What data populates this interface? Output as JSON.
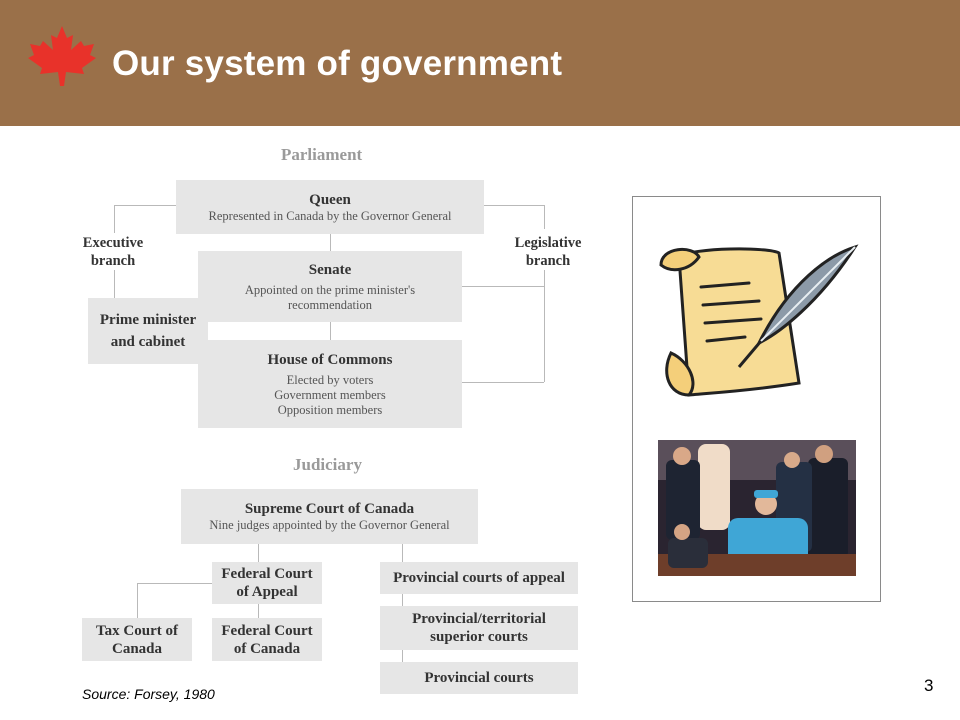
{
  "slide": {
    "title": "Our system of government",
    "source": "Source: Forsey, 1980",
    "page_number": "3"
  },
  "parliament": {
    "heading": "Parliament",
    "executive_label": "Executive branch",
    "legislative_label": "Legislative branch",
    "queen": {
      "name": "Queen",
      "desc": "Represented in Canada by the Governor General"
    },
    "senate": {
      "name": "Senate",
      "desc": "Appointed on the prime minister's recommendation"
    },
    "pm": {
      "name": "Prime minister and cabinet"
    },
    "commons": {
      "name": "House of Commons",
      "desc1": "Elected by voters",
      "desc2": "Government members",
      "desc3": "Opposition members"
    }
  },
  "judiciary": {
    "heading": "Judiciary",
    "supreme": {
      "name": "Supreme Court of Canada",
      "desc": "Nine judges appointed by the Governor General"
    },
    "fed_appeal": "Federal Court of Appeal",
    "tax_court": "Tax Court of Canada",
    "fed_court": "Federal Court of Canada",
    "prov_appeal": "Provincial courts of appeal",
    "prov_superior": "Provincial/territorial superior courts",
    "prov_courts": "Provincial courts"
  },
  "colors": {
    "header": "#9a7049",
    "leaf": "#e8322a",
    "box": "#e6e6e6"
  },
  "icons": [
    "maple-leaf-icon",
    "scroll-quill-icon"
  ]
}
